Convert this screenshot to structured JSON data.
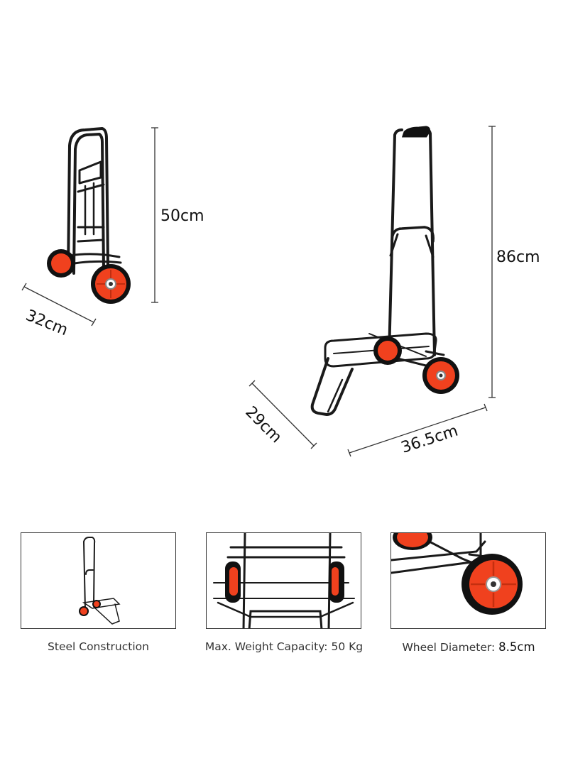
{
  "dimensions": {
    "folded_height": "50cm",
    "folded_width": "32cm",
    "open_height": "86cm",
    "open_depth": "29cm",
    "open_width": "36.5cm"
  },
  "features": [
    {
      "caption": "Steel Construction"
    },
    {
      "caption": "Max. Weight Capacity: 50 Kg"
    },
    {
      "caption": "Wheel Diameter:",
      "value": "8.5cm"
    }
  ],
  "colors": {
    "frame": "#1a1a1a",
    "wheel_hub": "#f0411e",
    "tire": "#111111",
    "box_border": "#333333"
  }
}
